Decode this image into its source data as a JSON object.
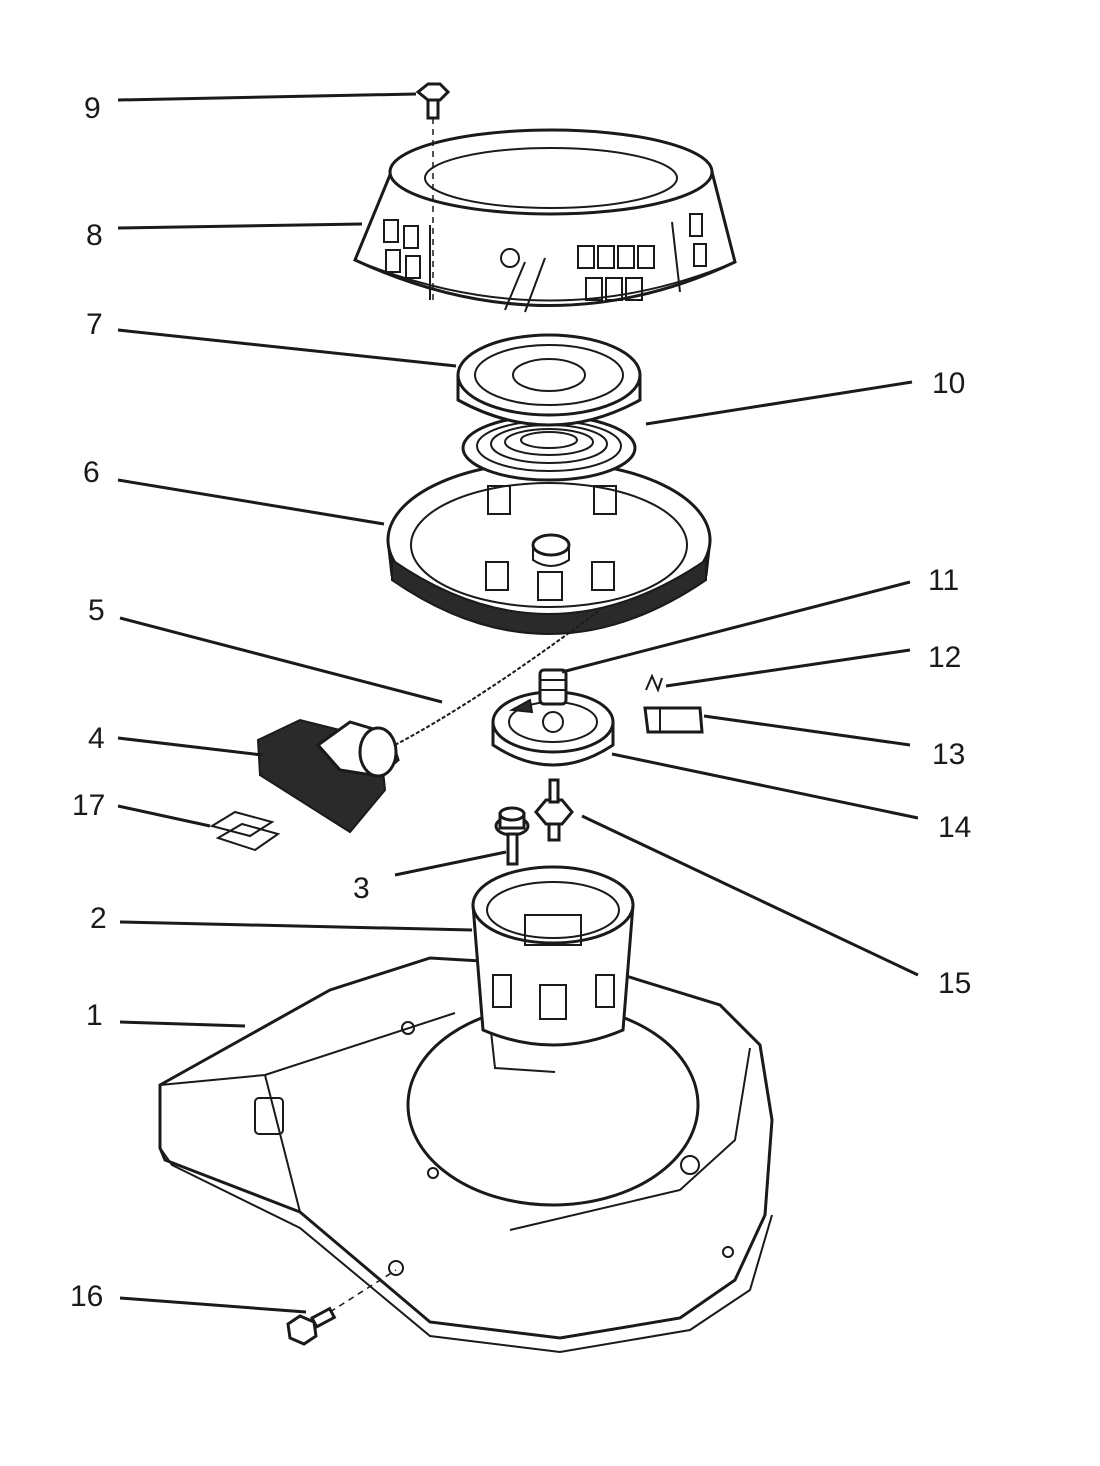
{
  "colors": {
    "ink": "#1a1a1a",
    "paper": "#ffffff"
  },
  "callouts": [
    "1",
    "2",
    "3",
    "4",
    "5",
    "6",
    "7",
    "8",
    "9",
    "10",
    "11",
    "12",
    "13",
    "14",
    "15",
    "16",
    "17"
  ]
}
